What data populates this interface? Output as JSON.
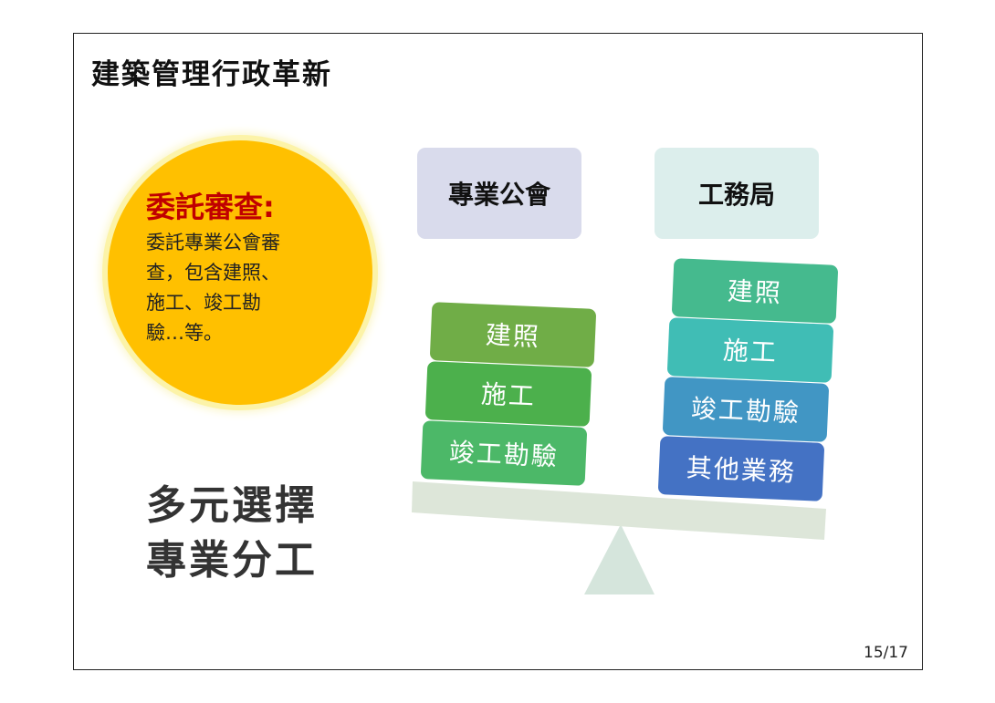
{
  "title": "建築管理行政革新",
  "callout": {
    "heading": "委託審查:",
    "lines": [
      "委託專業公會審",
      "查，包含建照、",
      "施工、竣工勘",
      "驗…等。"
    ]
  },
  "headers": {
    "left": "專業公會",
    "right": "工務局"
  },
  "left_blocks": [
    {
      "label": "建照",
      "color": "#70AD47"
    },
    {
      "label": "施工",
      "color": "#4CB04C"
    },
    {
      "label": "竣工勘驗",
      "color": "#4CB868"
    }
  ],
  "right_blocks": [
    {
      "label": "建照",
      "color": "#45BA8E"
    },
    {
      "label": "施工",
      "color": "#40BDB5"
    },
    {
      "label": "竣工勘驗",
      "color": "#4196C4"
    },
    {
      "label": "其他業務",
      "color": "#4472C4"
    }
  ],
  "summary": [
    "多元選擇",
    "專業分工"
  ],
  "page_number": "15/17"
}
